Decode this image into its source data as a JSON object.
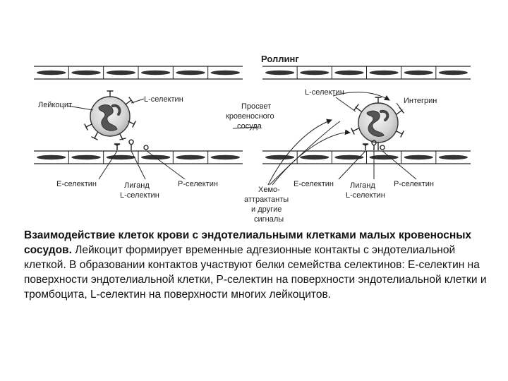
{
  "diagram": {
    "title": "Роллинг",
    "left": {
      "leukocyte": "Лейкоцит",
      "l_selectin": "L-селектин",
      "lumen": [
        "Просвет",
        "кровеносного",
        "сосуда"
      ],
      "e_selectin": "Е-селектин",
      "ligand": [
        "Лиганд",
        "L-селектин"
      ],
      "p_selectin": "Р-селектин"
    },
    "right": {
      "l_selectin": "L-селектин",
      "integrin": "Интегрин",
      "chemo": [
        "Хемо-",
        "аттрактанты",
        "и другие",
        "сигналы"
      ],
      "e_selectin": "Е-селектин",
      "ligand": [
        "Лиганд",
        "L-селектин"
      ],
      "p_selectin": "Р-селектин"
    }
  },
  "caption": {
    "bold": "Взаимодействие клеток крови с эндотелиальными клетками малых кровеносных сосудов.",
    "text": " Лейкоцит формирует временные адгезионные контакты с эндотелиальной клеткой. В образовании контактов участвуют белки семейства селектинов: Е-селектин на поверхности эндотелиальной клетки, Р-селектин на поверхности эндотелиальной клетки и тромбоцита, L-селектин на поверхности многих лейкоцитов."
  }
}
